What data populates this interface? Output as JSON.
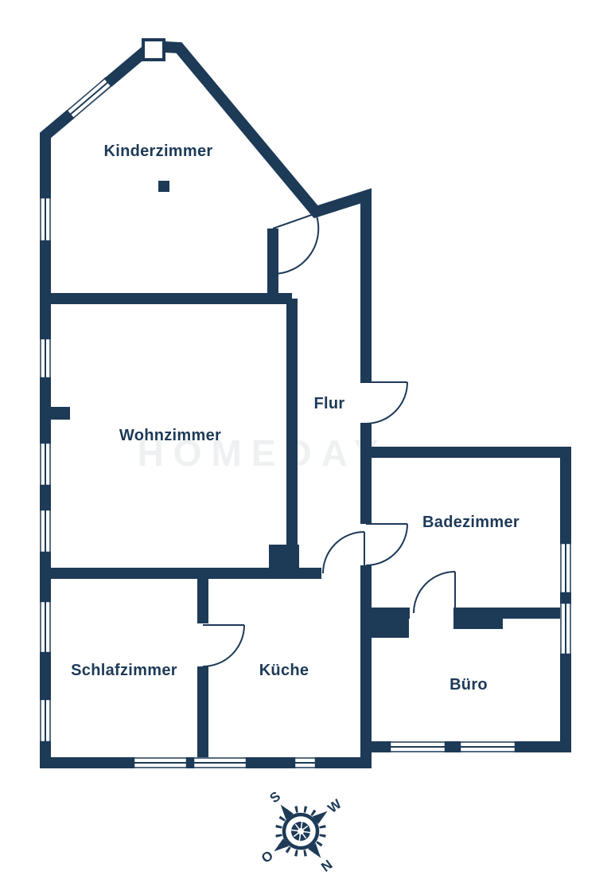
{
  "floorplan": {
    "rooms": {
      "kinderzimmer": {
        "label": "Kinderzimmer"
      },
      "wohnzimmer": {
        "label": "Wohnzimmer"
      },
      "flur": {
        "label": "Flur"
      },
      "badezimmer": {
        "label": "Badezimmer"
      },
      "schlafzimmer": {
        "label": "Schlafzimmer"
      },
      "kueche": {
        "label": "Küche"
      },
      "buero": {
        "label": "Büro"
      }
    },
    "compass": {
      "top": "S",
      "right": "W",
      "bottom": "N",
      "left": "O"
    },
    "watermark": "HOMEDAY"
  },
  "colors": {
    "wall": "#1d3a57",
    "background": "#ffffff"
  }
}
